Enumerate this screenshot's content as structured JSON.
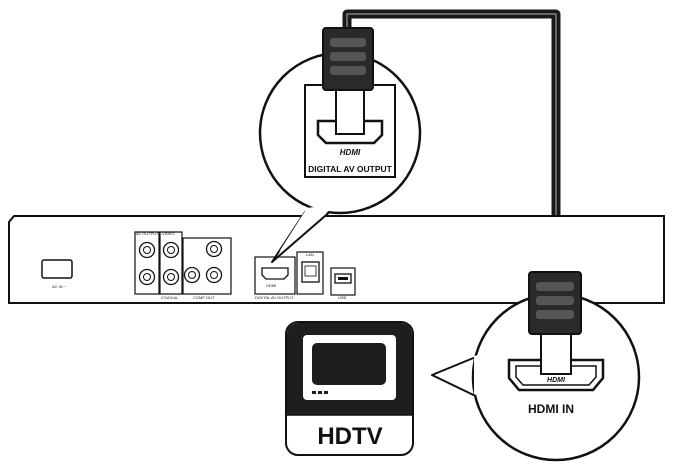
{
  "player": {
    "ac_in_label": "AC IN ~",
    "av_output_label": "AV OUTPUT",
    "video_label": "VIDEO",
    "coaxial_label": "COAXIAL",
    "comp_out_label": "COMP OUT",
    "hdmi_port_label": "HDMI",
    "digital_av_output_port_label": "DIGITAL AV OUTPUT",
    "lan_label": "LAN",
    "usb_label": "USB"
  },
  "zoom_top": {
    "hdmi_logo": "HDMI",
    "port_label": "DIGITAL AV OUTPUT"
  },
  "tv": {
    "label": "HDTV"
  },
  "zoom_bottom": {
    "hdmi_logo": "HDMI",
    "port_label": "HDMI IN"
  }
}
